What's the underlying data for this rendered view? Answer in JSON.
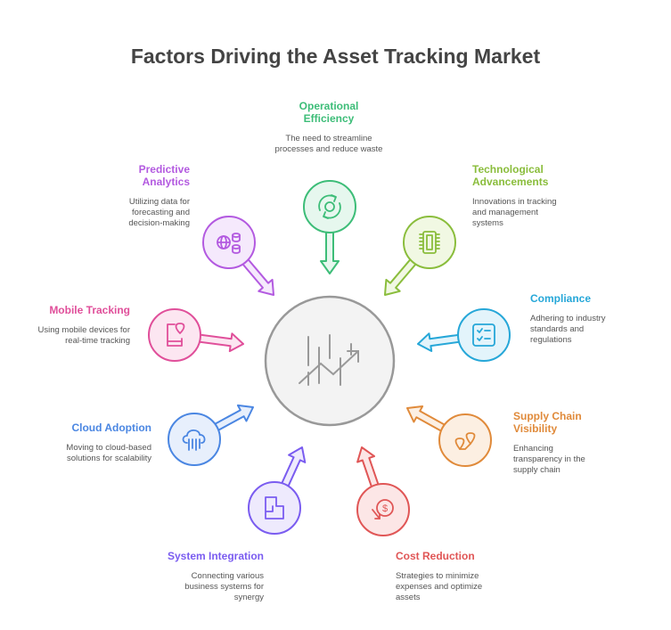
{
  "title": "Factors Driving the Asset Tracking Market",
  "factors": [
    {
      "id": "operational-efficiency",
      "title": "Operational Efficiency",
      "desc": "The need to streamline processes and reduce waste",
      "color": "#3dbd78",
      "fill": "#e6f7ee",
      "icon": "gear-cycle-icon"
    },
    {
      "id": "technological-advancements",
      "title": "Technological Advancements",
      "desc": "Innovations in tracking and management systems",
      "color": "#8abd3c",
      "fill": "#f1f8e3",
      "icon": "chip-icon"
    },
    {
      "id": "compliance",
      "title": "Compliance",
      "desc": "Adhering to industry standards and regulations",
      "color": "#26a7d8",
      "fill": "#e3f4fb",
      "icon": "checklist-icon"
    },
    {
      "id": "supply-chain-visibility",
      "title": "Supply Chain Visibility",
      "desc": "Enhancing transparency in the supply chain",
      "color": "#e08a3a",
      "fill": "#fcefe2",
      "icon": "map-pins-icon"
    },
    {
      "id": "cost-reduction",
      "title": "Cost Reduction",
      "desc": "Strategies to minimize expenses and optimize assets",
      "color": "#e05656",
      "fill": "#fce6e6",
      "icon": "dollar-down-icon"
    },
    {
      "id": "system-integration",
      "title": "System Integration",
      "desc": "Connecting various business systems for synergy",
      "color": "#7a5cf0",
      "fill": "#eeeafd",
      "icon": "puzzle-icon"
    },
    {
      "id": "cloud-adoption",
      "title": "Cloud Adoption",
      "desc": "Moving to cloud-based solutions for scalability",
      "color": "#4a86e2",
      "fill": "#e7effc",
      "icon": "cloud-icon"
    },
    {
      "id": "mobile-tracking",
      "title": "Mobile Tracking",
      "desc": "Using mobile devices for real-time tracking",
      "color": "#e04f9a",
      "fill": "#fce6f1",
      "icon": "mobile-pin-icon"
    },
    {
      "id": "predictive-analytics",
      "title": "Predictive Analytics",
      "desc": "Utilizing data for forecasting and decision-making",
      "color": "#b35ae0",
      "fill": "#f5e9fc",
      "icon": "globe-database-icon"
    }
  ],
  "center": {
    "icon": "chart-trend-icon",
    "color": "#999999",
    "fill": "#f3f3f3"
  }
}
